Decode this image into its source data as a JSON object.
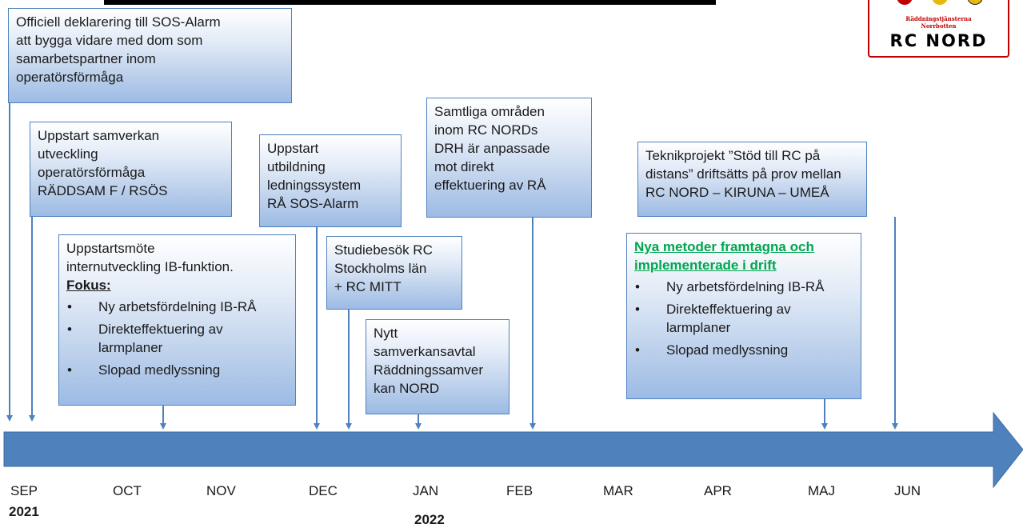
{
  "logo": {
    "line1": "Räddningstjänsterna",
    "line2": "Norrbotten",
    "title": "RC NORD"
  },
  "boxes": {
    "b1": {
      "lines": [
        "Officiell deklarering till SOS-Alarm",
        "att bygga vidare med dom som",
        "samarbetspartner inom",
        "operatörsförmåga"
      ]
    },
    "b2": {
      "lines": [
        "Uppstart samverkan",
        "utveckling",
        "operatörsförmåga",
        "RÄDDSAM F / RSÖS"
      ]
    },
    "b3": {
      "lines": [
        "Uppstartsmöte",
        "internutveckling IB-funktion."
      ],
      "emphasis": "Fokus:",
      "bullets": [
        "Ny arbetsfördelning IB-RÅ",
        "Direkteffektuering av larmplaner",
        "Slopad medlyssning"
      ]
    },
    "b4": {
      "lines": [
        "Uppstart",
        "utbildning",
        "ledningssystem",
        "RÅ SOS-Alarm"
      ]
    },
    "b5": {
      "lines": [
        "Studiebesök RC",
        "Stockholms län",
        "+ RC MITT"
      ]
    },
    "b6": {
      "lines": [
        "Nytt",
        "samverkansavtal",
        "Räddningssamver",
        "kan NORD"
      ]
    },
    "b7": {
      "lines": [
        "Samtliga områden",
        "inom RC NORDs",
        "DRH är anpassade",
        "mot direkt",
        "effektuering av RÅ"
      ]
    },
    "b8": {
      "lines": [
        "Teknikprojekt ”Stöd till RC på",
        "distans” driftsätts på prov mellan",
        "RC NORD – KIRUNA – UMEÅ"
      ]
    },
    "b9": {
      "heading": "Nya metoder framtagna och implementerade i drift",
      "bullets": [
        "Ny arbetsfördelning IB-RÅ",
        "Direkteffektuering av larmplaner",
        "Slopad medlyssning"
      ]
    }
  },
  "timeline": {
    "months": [
      "SEP",
      "OCT",
      "NOV",
      "DEC",
      "JAN",
      "FEB",
      "MAR",
      "APR",
      "MAJ",
      "JUN"
    ],
    "year_start": "2021",
    "year_mid": "2022"
  },
  "colors": {
    "arrow": "#4f81bd",
    "box_border": "#4f81bd",
    "accent_green": "#00a650",
    "logo_red": "#c00000"
  }
}
